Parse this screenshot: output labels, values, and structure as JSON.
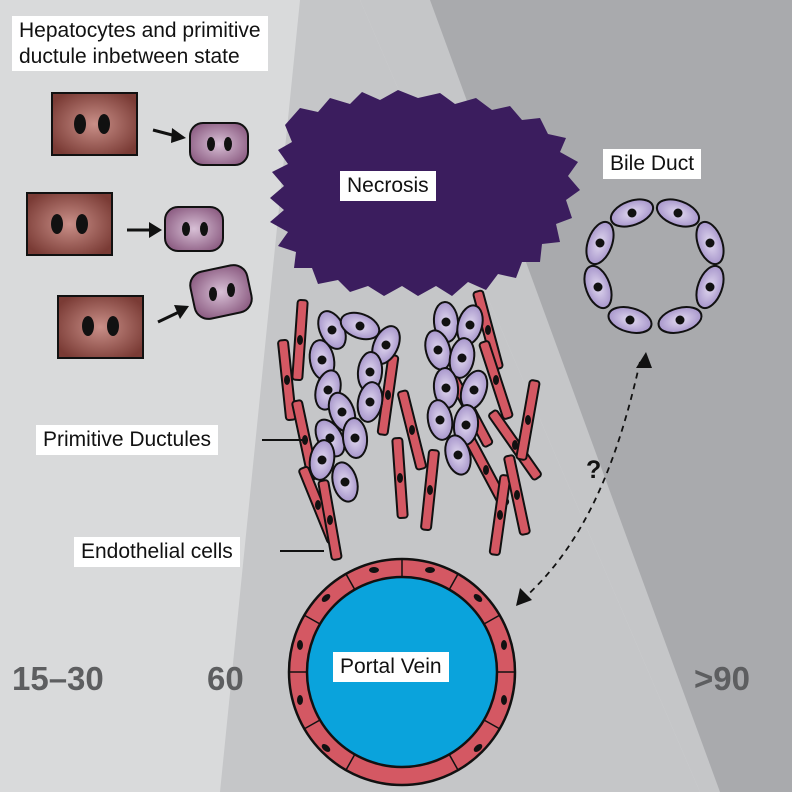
{
  "labels": {
    "hepatocytes_line1": "Hepatocytes and primitive",
    "hepatocytes_line2": "ductule inbetween state",
    "necrosis": "Necrosis",
    "bile_duct": "Bile Duct",
    "primitive_ductules": "Primitive Ductules",
    "endothelial_cells": "Endothelial cells",
    "portal_vein": "Portal Vein",
    "question": "?"
  },
  "zones": [
    "15–30",
    "60",
    ">90"
  ],
  "colors": {
    "zone_left": "#d9dadb",
    "zone_middle": "#c5c6c8",
    "zone_right": "#a9aaad",
    "necrosis": "#3b1d5e",
    "hepatocyte": "#9b5a52",
    "ductule_cell": "#b8a5d6",
    "endothelial": "#d45863",
    "portal_vein": "#0aa3dc"
  }
}
